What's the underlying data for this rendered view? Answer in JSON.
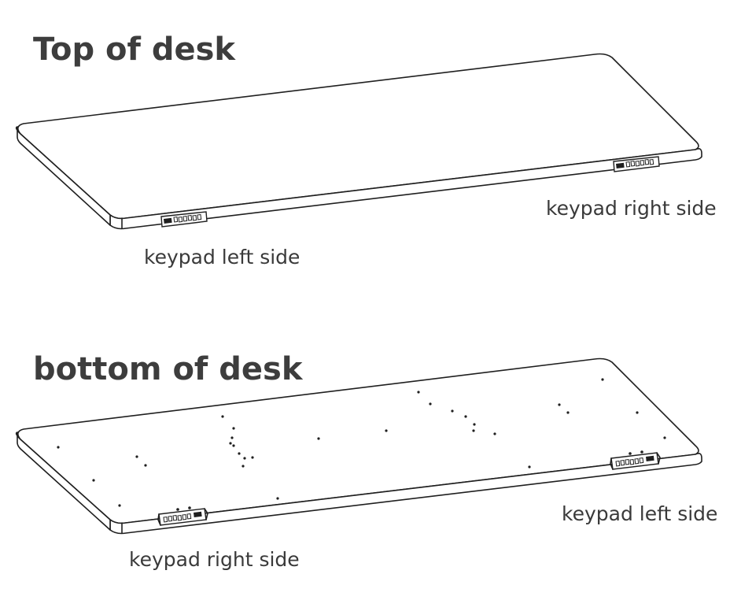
{
  "titles": {
    "top": "Top of desk",
    "bottom": "bottom of desk"
  },
  "labels": {
    "top_right": "keypad right side",
    "top_left": "keypad left side",
    "bottom_left": "keypad left side",
    "bottom_right": "keypad right side"
  }
}
